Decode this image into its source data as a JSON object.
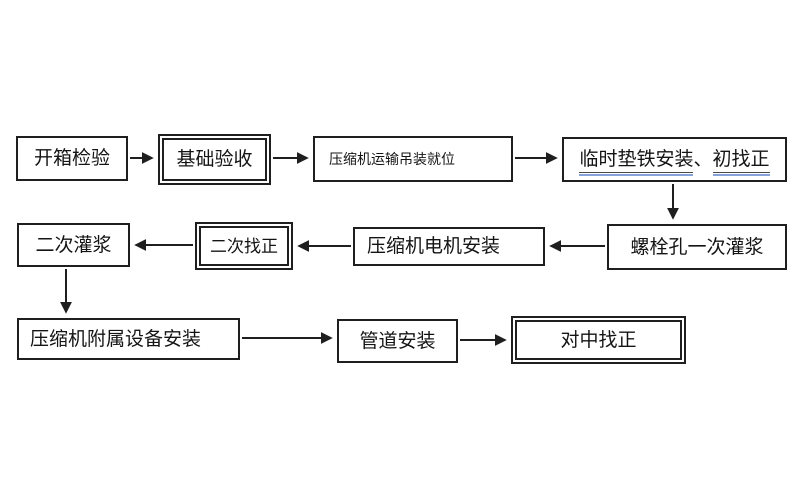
{
  "flowchart": {
    "title_hint": "compressor-installation-process-flow",
    "background_color": "#ffffff",
    "line_color": "#1f1f1f",
    "underline_dark_color": "#4a4a4a",
    "underline_blue_color": "#87a2d8",
    "nodes": [
      {
        "id": "open-box-inspection",
        "label": "开箱检验",
        "border": "single"
      },
      {
        "id": "foundation-acceptance",
        "label": "基础验收",
        "border": "double"
      },
      {
        "id": "compressor-transport",
        "label": "压缩机运输吊装就位",
        "border": "single"
      },
      {
        "id": "temp-shim-initial-align",
        "part1": "临时垫铁安装",
        "separator": "、",
        "part2": "初找正",
        "border": "single",
        "underlined": true
      },
      {
        "id": "bolt-hole-first-grout",
        "label": "螺栓孔一次灌浆",
        "border": "single"
      },
      {
        "id": "motor-installation",
        "label": "压缩机电机安装",
        "border": "single"
      },
      {
        "id": "secondary-grouting",
        "label": "二次灌浆",
        "border": "single"
      },
      {
        "id": "secondary-alignment",
        "label": "二次找正",
        "border": "double"
      },
      {
        "id": "auxiliary-equipment",
        "label": "压缩机附属设备安装",
        "border": "single"
      },
      {
        "id": "piping-installation",
        "label": "管道安装",
        "border": "single"
      },
      {
        "id": "center-alignment",
        "label": "对中找正",
        "border": "double"
      }
    ],
    "edges": [
      {
        "from": "open-box-inspection",
        "to": "foundation-acceptance",
        "direction": "right"
      },
      {
        "from": "foundation-acceptance",
        "to": "compressor-transport",
        "direction": "right"
      },
      {
        "from": "compressor-transport",
        "to": "temp-shim-initial-align",
        "direction": "right"
      },
      {
        "from": "temp-shim-initial-align",
        "to": "bolt-hole-first-grout",
        "direction": "down"
      },
      {
        "from": "bolt-hole-first-grout",
        "to": "motor-installation",
        "direction": "left"
      },
      {
        "from": "motor-installation",
        "to": "secondary-alignment",
        "direction": "left"
      },
      {
        "from": "secondary-alignment",
        "to": "secondary-grouting",
        "direction": "left"
      },
      {
        "from": "secondary-grouting",
        "to": "auxiliary-equipment",
        "direction": "down"
      },
      {
        "from": "auxiliary-equipment",
        "to": "piping-installation",
        "direction": "right"
      },
      {
        "from": "piping-installation",
        "to": "center-alignment",
        "direction": "right"
      }
    ]
  }
}
